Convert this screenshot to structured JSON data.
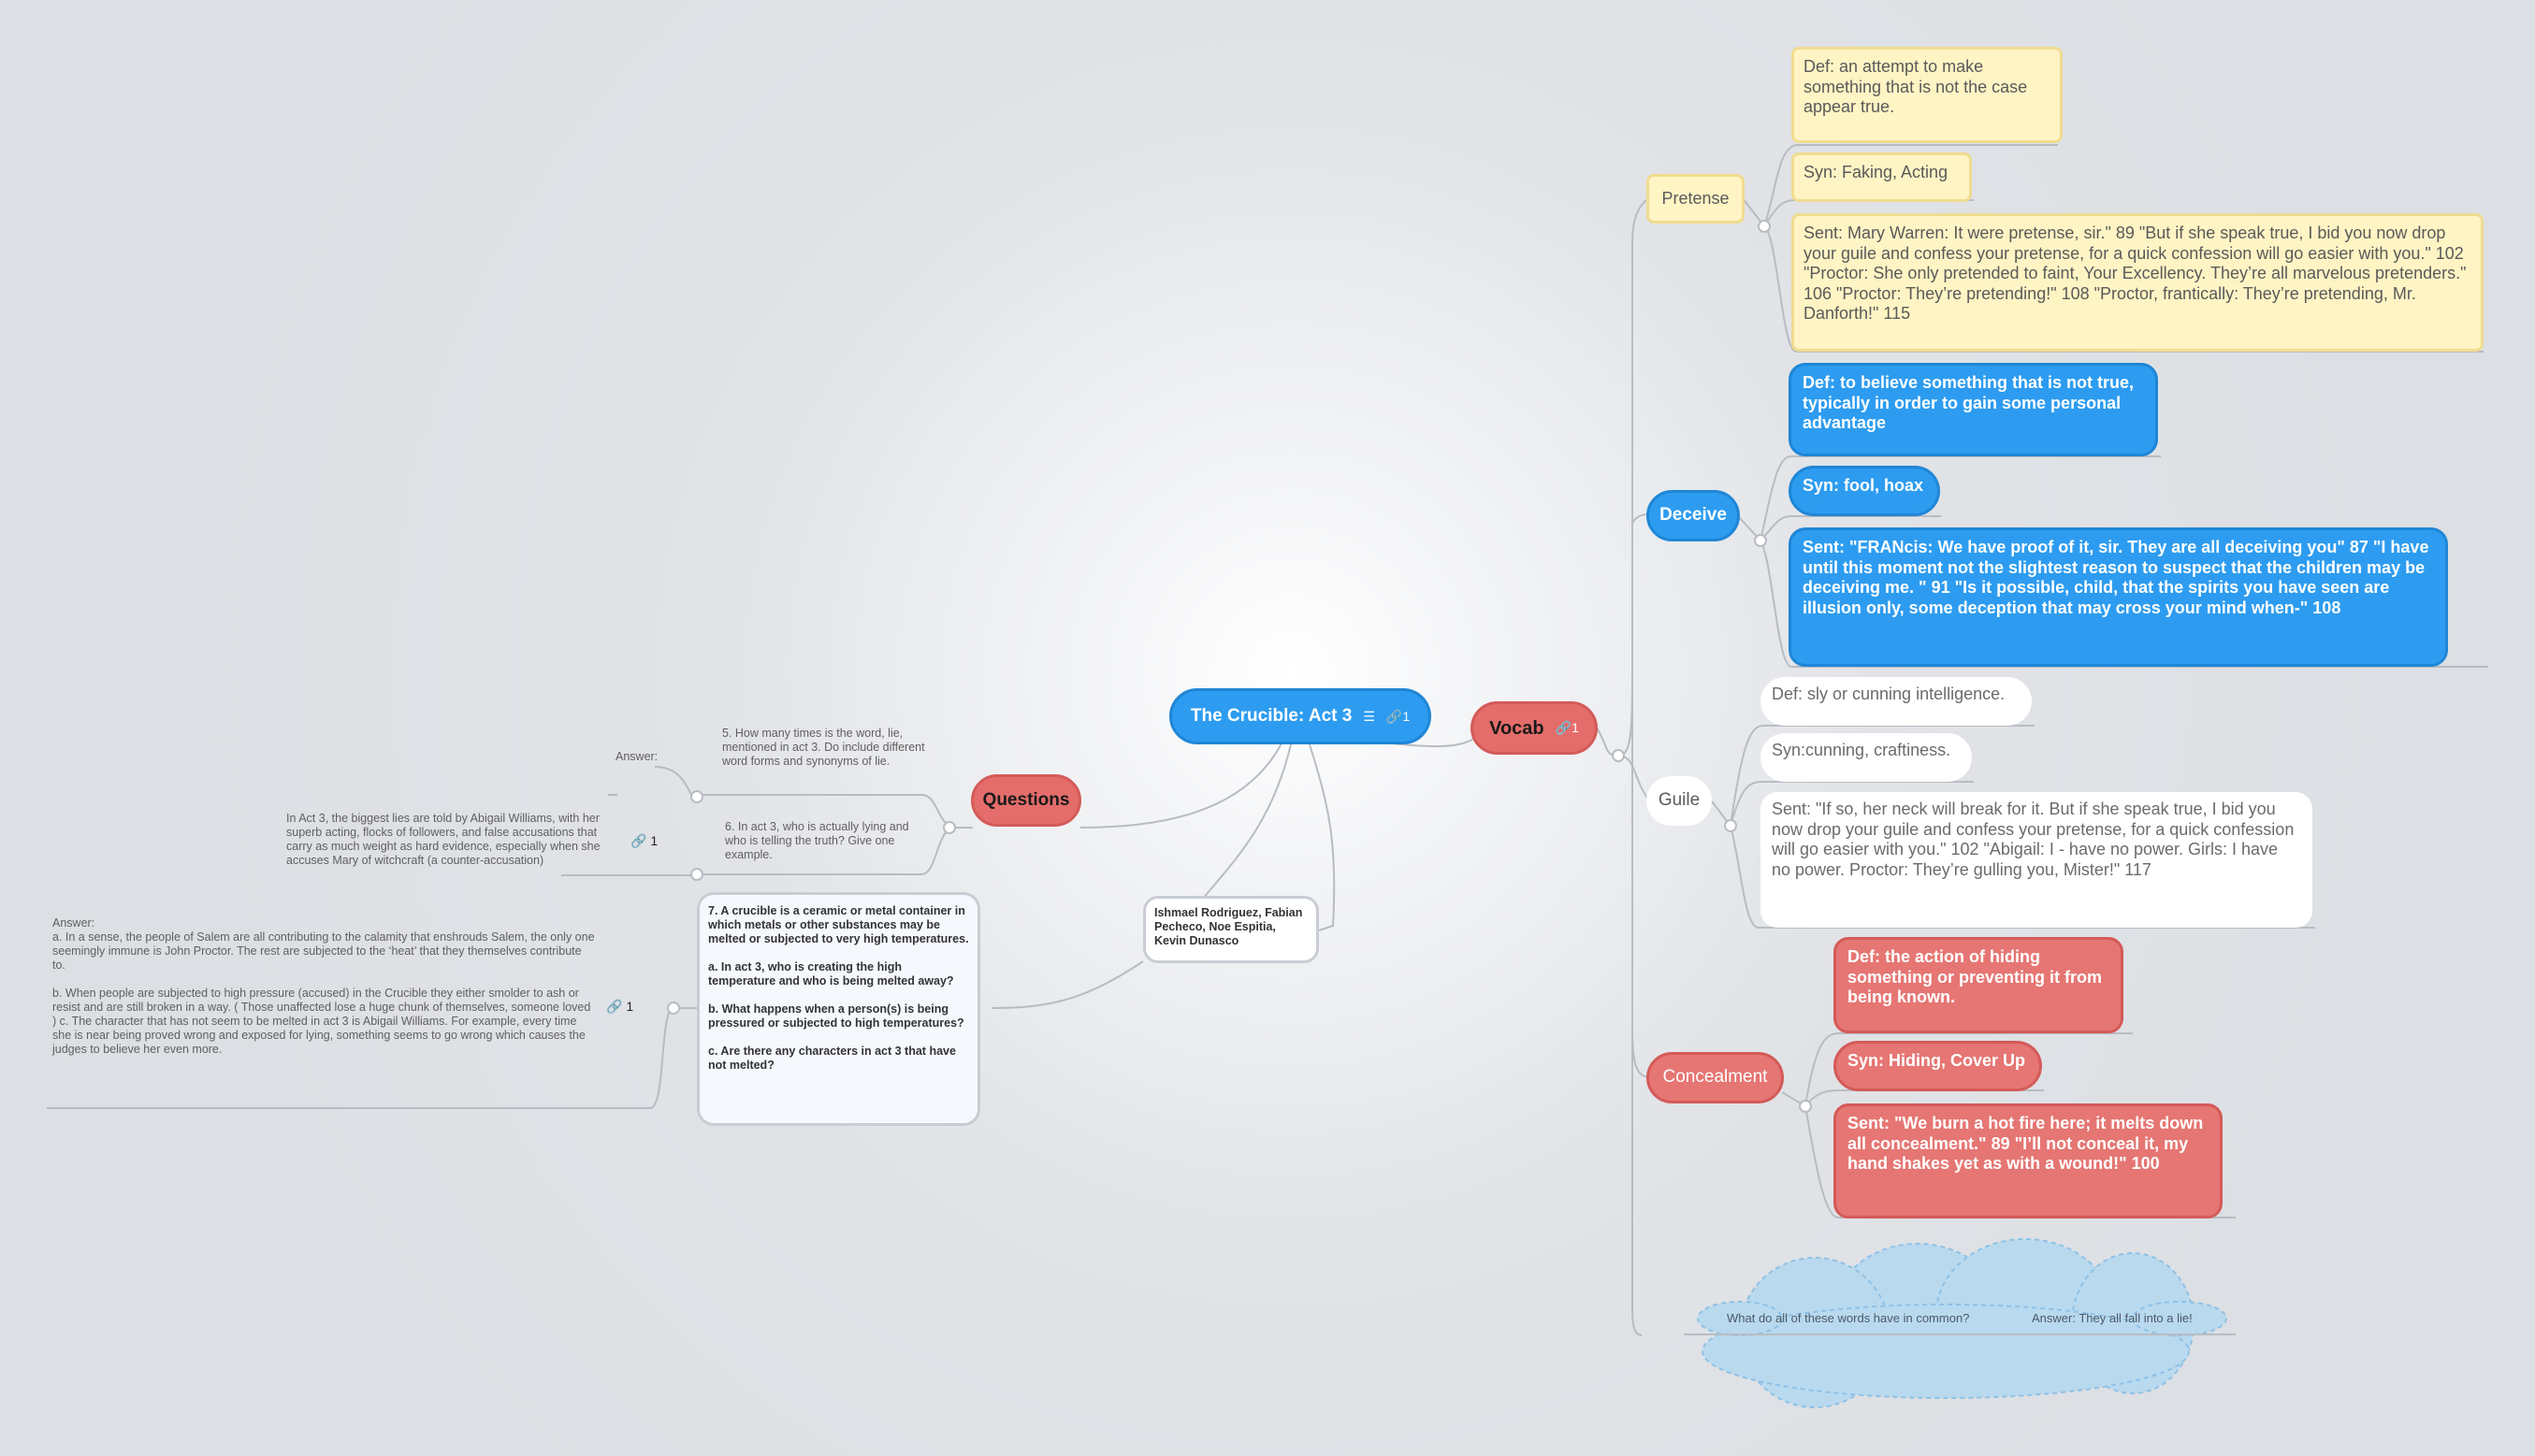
{
  "central": {
    "title": "The Crucible: Act 3",
    "note_icon": "note-icon",
    "link_count": "1"
  },
  "vocab": {
    "label": "Vocab",
    "link_count": "1"
  },
  "questions": {
    "label": "Questions"
  },
  "authors": "Ishmael Rodriguez, Fabian Pecheco, Noe Espitia, Kevin Dunasco",
  "pretense": {
    "label": "Pretense",
    "def": "Def: an attempt to make something that is not the case appear true.",
    "syn": "Syn: Faking, Acting",
    "sent": "Sent: Mary Warren: It were pretense, sir.\" 89          \"But if she speak true, I bid you now drop your guile and confess your pretense, for a quick confession will go easier with you.\" 102                  \"Proctor: She only pretended to faint, Your Excellency. They’re all marvelous pretenders.\" 106      \"Proctor: They’re pretending!\" 108                 \"Proctor, frantically: They’re pretending, Mr. Danforth!\" 115"
  },
  "deceive": {
    "label": "Deceive",
    "def": "Def: to believe something that is not true, typically in order to gain some personal advantage",
    "syn": "Syn: fool, hoax",
    "sent": "Sent: \"FRANcis: We have proof of it, sir. They are all deceiving you\" 87                 \"I have until this moment not the slightest reason to suspect that the children may be deceiving me. \" 91              \"Is it possible, child, that the spirits you have seen are illusion only, some deception that may cross your mind when-\" 108"
  },
  "guile": {
    "label": "Guile",
    "def": "Def: sly or cunning intelligence.",
    "syn": "Syn:cunning, craftiness.",
    "sent": "Sent: \"If so, her neck will break for it. But if she speak true, I bid you now drop your guile and confess your pretense, for a quick confession will go easier with you.\" 102            \"Abigail: I - have no power. Girls: I have no power. Proctor: They’re gulling you, Mister!\" 117"
  },
  "concealment": {
    "label": "Concealment",
    "def": "Def: the action of hiding something or preventing it from being known.",
    "syn": "Syn: Hiding, Cover Up",
    "sent": "Sent: \"We burn a hot fire here; it melts down all concealment.\" 89                \"I’ll not conceal it, my hand shakes yet as with a wound!\" 100"
  },
  "cloud": {
    "question": "What do all of these words have in common?",
    "answer": "Answer: They all fall into a lie!"
  },
  "q5": {
    "question": "5. How many times is the word, lie, mentioned in act 3. Do include different word forms and synonyms of lie.",
    "answer_label": "Answer:"
  },
  "q6": {
    "question": "6. In act 3, who is actually lying and who is telling the truth? Give one example.",
    "answer": "In Act 3, the biggest lies are told by Abigail Williams, with her superb acting, flocks of followers, and false accusations that carry as much weight as hard evidence, especially when she accuses Mary of witchcraft (a counter-accusation)",
    "link_count": "1"
  },
  "q7": {
    "question": "7. A crucible is a ceramic or metal container in which metals or other substances may be melted or subjected to very high temperatures.\n\na. In act 3, who is creating the high temperature and who is being melted away?\n\nb. What happens when a person(s) is being pressured or subjected to high temperatures?\n\nc. Are there any characters in act 3 that have not melted?",
    "answer": "Answer:\na. In a sense, the people of Salem are all contributing to the calamity that enshrouds Salem, the only one seemingly immune is John Proctor. The rest are subjected to the ‘heat’ that they themselves contribute to.\n\nb. When people are subjected to high pressure (accused) in the Crucible they either smolder to ash or resist and are still broken in a way. ( Those unaffected lose a huge chunk of themselves, someone loved )                                                                     c. The character that has not seem to be melted in act 3 is Abigail Williams. For example, every time she is near being proved wrong and exposed for lying, something seems to go wrong which causes the judges to believe her even more.",
    "link_count": "1"
  }
}
